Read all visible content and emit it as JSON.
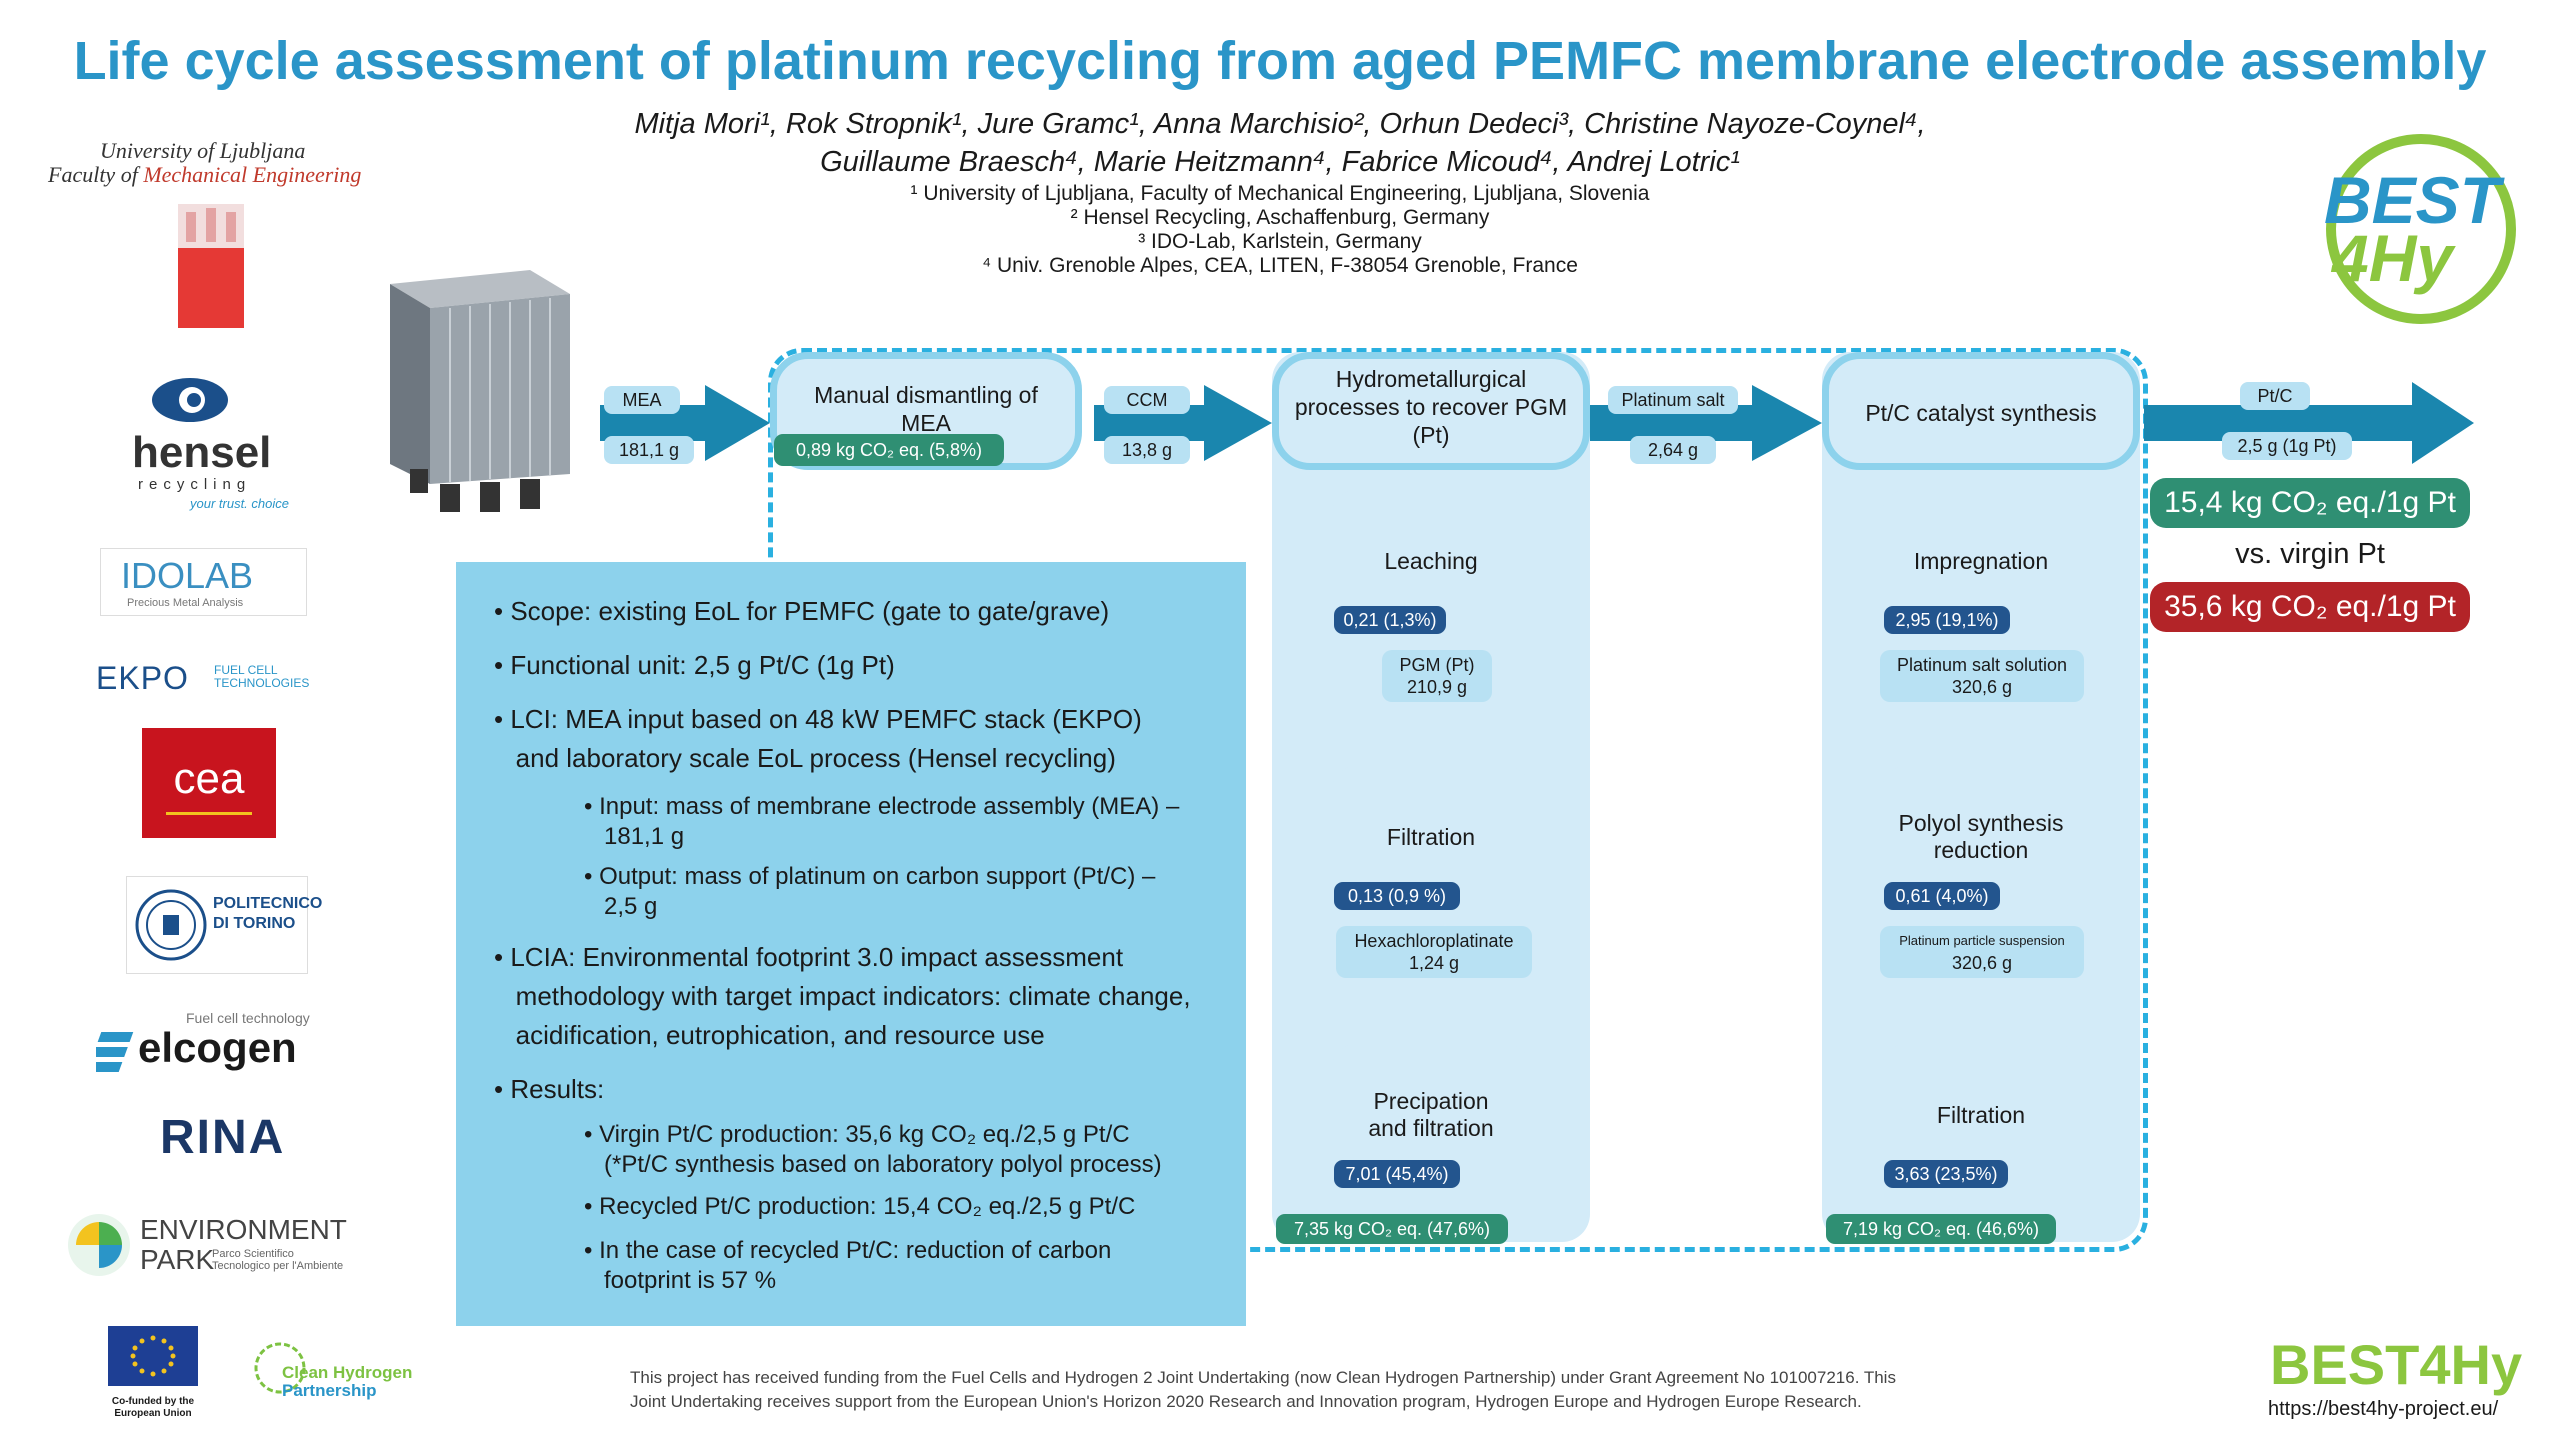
{
  "header": {
    "title": "Life cycle assessment of platinum recycling from aged PEMFC membrane electrode assembly",
    "authors_line1": "Mitja Mori¹, Rok Stropnik¹, Jure Gramc¹, Anna Marchisio², Orhun Dedeci³, Christine Nayoze-Coynel⁴,",
    "authors_line2": "Guillaume Braesch⁴, Marie Heitzmann⁴, Fabrice Micoud⁴, Andrej Lotric¹",
    "affiliations": [
      "¹ University of Ljubljana, Faculty of Mechanical Engineering, Ljubljana, Slovenia",
      "² Hensel Recycling, Aschaffenburg, Germany",
      "³ IDO-Lab, Karlstein, Germany",
      "⁴ Univ. Grenoble Alpes, CEA, LITEN, F-38054 Grenoble, France"
    ]
  },
  "logos": {
    "ljubljana_line1": "University of Ljubljana",
    "ljubljana_line2a": "Faculty of ",
    "ljubljana_line2b": "Mechanical Engineering",
    "hensel": "hensel",
    "hensel_sub": "recycling",
    "hensel_tag": "your trust. choice",
    "idolab": "IDOLAB",
    "idolab_sub": "Precious Metal Analysis",
    "ekpo": "EKPO",
    "ekpo_sub1": "FUEL CELL",
    "ekpo_sub2": "TECHNOLOGIES",
    "cea": "cea",
    "polito1": "POLITECNICO",
    "polito2": "DI TORINO",
    "elcogen_tag": "Fuel cell technology",
    "elcogen": "elcogen",
    "rina": "RINA",
    "envpark1": "ENVIRONMENT",
    "envpark2": "PARK",
    "envpark_sub1": "Parco Scientifico",
    "envpark_sub2": "Tecnologico per l'Ambiente",
    "eu_caption1": "Co-funded by the",
    "eu_caption2": "European Union",
    "chp1": "Clean Hydrogen",
    "chp2": "Partnership",
    "best4hy_big1": "BEST",
    "best4hy_big2": "4Hy",
    "best4hy_footer": "BEST4Hy",
    "url": "https://best4hy-project.eu/"
  },
  "flow": {
    "mea_label": "MEA",
    "mea_mass": "181,1 g",
    "dismantling_label": "Manual dismantling of MEA",
    "dismantling_co2": "0,89 kg CO₂ eq. (5,8%)",
    "ccm_label": "CCM",
    "ccm_mass": "13,8 g",
    "hydro_label": "Hydrometallurgical processes to recover PGM (Pt)",
    "hydro_steps": [
      {
        "label": "Leaching",
        "value": "0,21 (1,3%)"
      },
      {
        "label": "Filtration",
        "value": "0,13 (0,9 %)"
      },
      {
        "label": "Precipation and filtration",
        "value": "7,01 (45,4%)"
      }
    ],
    "hydro_intermediates": [
      {
        "name": "PGM (Pt)",
        "mass": "210,9 g"
      },
      {
        "name": "Hexachloroplatinate",
        "mass": "1,24 g"
      }
    ],
    "hydro_total": "7,35 kg CO₂ eq. (47,6%)",
    "salt_label": "Platinum salt",
    "salt_mass": "2,64 g",
    "synth_label": "Pt/C catalyst synthesis",
    "synth_steps": [
      {
        "label": "Impregnation",
        "value": "2,95 (19,1%)"
      },
      {
        "label": "Polyol synthesis reduction",
        "value": "0,61 (4,0%)"
      },
      {
        "label": "Filtration",
        "value": "3,63 (23,5%)"
      }
    ],
    "synth_intermediates": [
      {
        "name": "Platinum salt solution",
        "mass": "320,6 g"
      },
      {
        "name": "Platinum particle suspension",
        "mass": "320,6 g"
      }
    ],
    "synth_total": "7,19 kg CO₂ eq. (46,6%)",
    "ptc_label": "Pt/C",
    "ptc_mass": "2,5 g (1g Pt)"
  },
  "results": {
    "recycled": "15,4 kg CO₂ eq./1g Pt",
    "vs": "vs. virgin Pt",
    "virgin": "35,6 kg CO₂ eq./1g Pt",
    "colors": {
      "green": "#2f8f73",
      "red": "#b32428",
      "accent": "#2a95c8"
    }
  },
  "info": {
    "b1": "Scope: existing EoL for PEMFC (gate to gate/grave)",
    "b2": "Functional unit: 2,5 g Pt/C (1g Pt)",
    "b3a": "LCI: MEA input based on 48 kW PEMFC stack (EKPO)",
    "b3b": "and laboratory scale EoL process (Hensel recycling)",
    "s1a": "Input: mass of membrane electrode assembly (MEA) –",
    "s1b": "181,1 g",
    "s2a": "Output: mass of platinum on carbon support (Pt/C) –",
    "s2b": "2,5 g",
    "b4a": "LCIA: Environmental footprint 3.0 impact assessment",
    "b4b": "methodology with target impact indicators: climate change,",
    "b4c": "acidification, eutrophication, and resource use",
    "b5": "Results:",
    "r1a": "Virgin Pt/C production: 35,6 kg CO₂ eq./2,5 g Pt/C",
    "r1b": "(*Pt/C synthesis based on laboratory polyol process)",
    "r2": "Recycled Pt/C production: 15,4 CO₂ eq./2,5 g Pt/C",
    "r3a": "In the case of recycled Pt/C: reduction of carbon",
    "r3b": "footprint is 57 %"
  },
  "footer": {
    "line1": "This project has received funding from the Fuel Cells and Hydrogen 2 Joint Undertaking (now Clean Hydrogen Partnership) under Grant Agreement No 101007216. This",
    "line2": "Joint Undertaking receives support from the European Union's Horizon 2020 Research and Innovation program, Hydrogen Europe and Hydrogen Europe Research."
  }
}
